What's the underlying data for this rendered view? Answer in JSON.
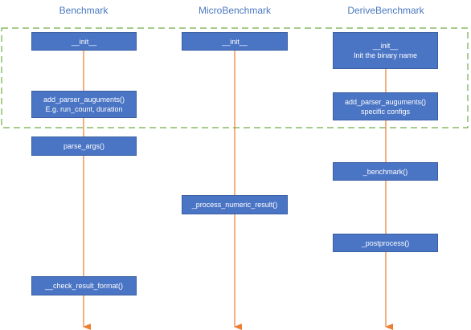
{
  "columns": [
    {
      "title": "Benchmark"
    },
    {
      "title": "MicroBenchmark"
    },
    {
      "title": "DeriveBenchmark"
    }
  ],
  "boxes": {
    "benchmark_init": {
      "line1": "__init__"
    },
    "benchmark_add_parser": {
      "line1": "add_parser_auguments()",
      "line2": "E.g. run_count, duration"
    },
    "benchmark_parse_args": {
      "line1": "parse_args()"
    },
    "benchmark_check_result": {
      "line1": "__check_result_format()"
    },
    "micro_init": {
      "line1": "__init__"
    },
    "micro_process_numeric": {
      "line1": "_process_numeric_result()"
    },
    "derive_init": {
      "line1": "__init__",
      "line2": "Init the binary name"
    },
    "derive_add_parser": {
      "line1": "add_parser_auguments()",
      "line2": "specific configs"
    },
    "derive_benchmark": {
      "line1": "_benchmark()"
    },
    "derive_postprocess": {
      "line1": "_postprocess()"
    }
  },
  "colors": {
    "box_fill": "#4a74c4",
    "lifeline": "#ed7d31",
    "dashed_border": "#70ad47",
    "title_text": "#4a78c0"
  }
}
